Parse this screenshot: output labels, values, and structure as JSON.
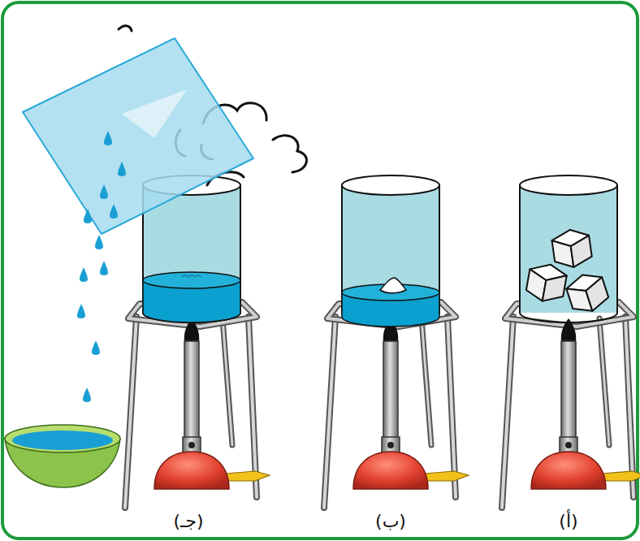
{
  "diagram": {
    "labels": [
      "(أ)",
      "(ب)",
      "(جـ)"
    ]
  }
}
